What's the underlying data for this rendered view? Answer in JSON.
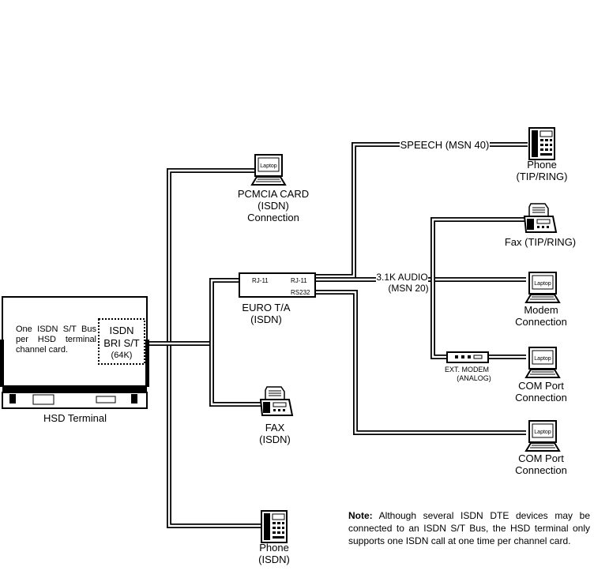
{
  "header": {
    "accent_color": "#000000"
  },
  "terminal": {
    "label": "HSD Terminal",
    "bus_note": "One ISDN S/T Bus per HSD terminal channel card.",
    "port_line1": "ISDN",
    "port_line2": "BRI S/T",
    "port_line3": "(64K)"
  },
  "devices": {
    "pcmcia": {
      "icon_text": "Laptop",
      "line1": "PCMCIA CARD",
      "line2": "(ISDN)",
      "line3": "Connection"
    },
    "euro_ta": {
      "line1": "EURO T/A",
      "line2": "(ISDN)",
      "port_rj11_left": "RJ-11",
      "port_rj11_right": "RJ-11",
      "port_rs232": "RS232"
    },
    "fax_isdn": {
      "line1": "FAX",
      "line2": "(ISDN)"
    },
    "phone_isdn": {
      "line1": "Phone",
      "line2": "(ISDN)"
    },
    "phone_tip": {
      "line1": "Phone",
      "line2": "(TIP/RING)"
    },
    "fax_tip": {
      "line1": "Fax (TIP/RING)"
    },
    "modem_conn": {
      "icon_text": "Laptop",
      "line1": "Modem",
      "line2": "Connection"
    },
    "ext_modem": {
      "line1": "EXT. MODEM",
      "line2": "(ANALOG)"
    },
    "com_port_1": {
      "icon_text": "Laptop",
      "line1": "COM Port",
      "line2": "Connection"
    },
    "com_port_2": {
      "icon_text": "Laptop",
      "line1": "COM Port",
      "line2": "Connection"
    }
  },
  "links": {
    "speech": "SPEECH (MSN 40)",
    "audio_line1": "3.1K AUDIO",
    "audio_line2": "(MSN 20)"
  },
  "note": {
    "bold": "Note:",
    "text": " Although several ISDN DTE devices may be connected to an ISDN S/T Bus, the HSD terminal only supports one ISDN call at one time per channel card."
  }
}
